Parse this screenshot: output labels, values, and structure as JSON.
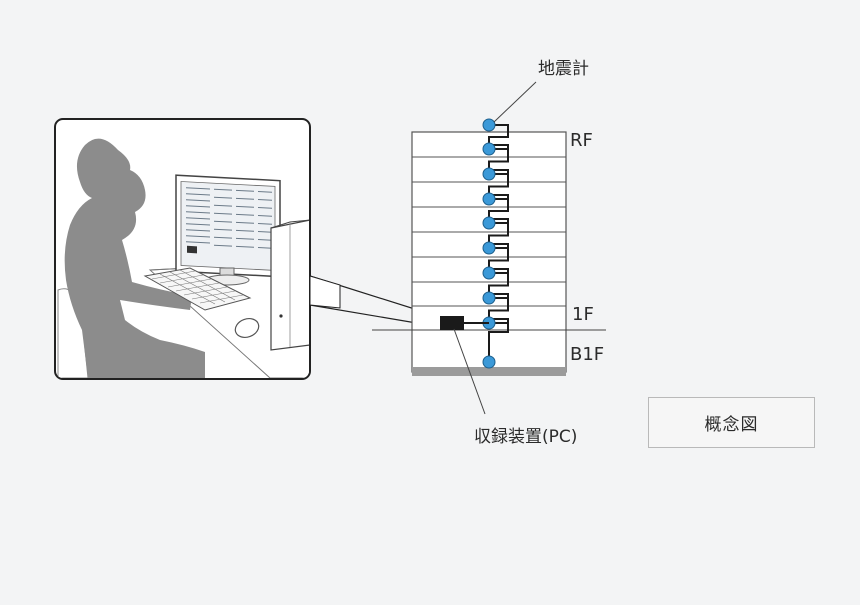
{
  "labels": {
    "seismometer": "地震計",
    "recorder": "収録装置(PC)",
    "roof_floor": "RF",
    "first_floor": "1F",
    "basement_floor": "B1F"
  },
  "caption": "概念図",
  "colors": {
    "background": "#f3f4f5",
    "sensor": "#3b99d8",
    "silhouette": "#8c8c8c",
    "line": "#333333"
  },
  "icons": {
    "person": "person-at-desk-illustration",
    "monitor": "monitor-icon",
    "keyboard": "keyboard-icon",
    "mouse": "mouse-icon",
    "tower": "pc-tower-icon",
    "sensor": "seismometer-node-icon"
  }
}
